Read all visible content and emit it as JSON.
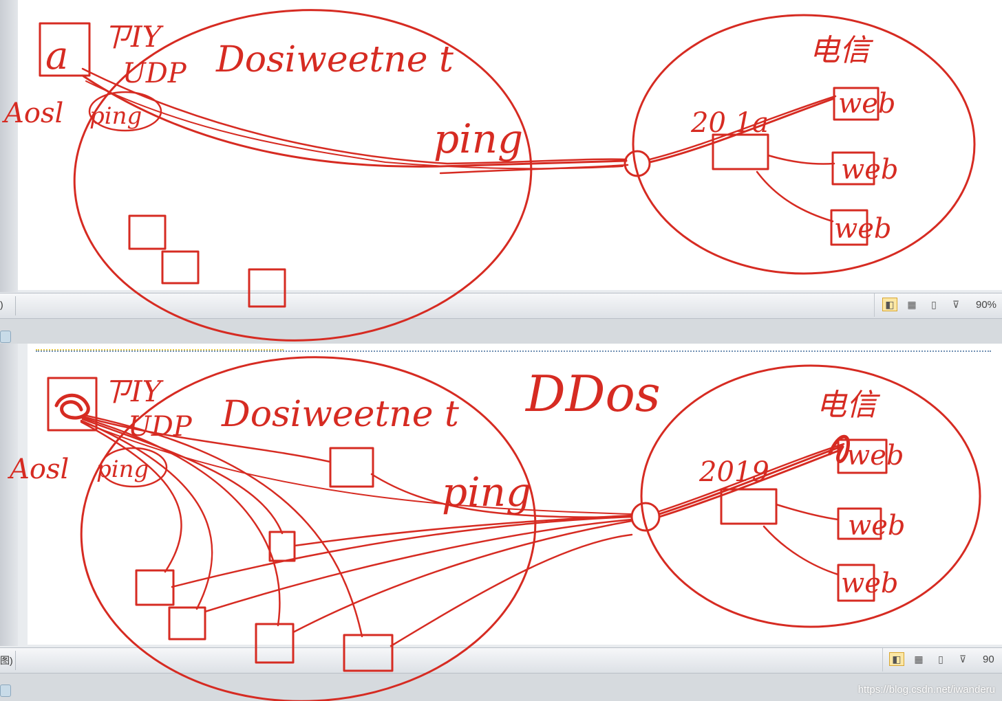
{
  "top_panel": {
    "host_label": "a",
    "label_tl": "ㄗIY",
    "protocol": "UDP",
    "isp_left": "Dosiweetne t",
    "attack_left": "Aosl",
    "attack_right": "ping",
    "command": "ping",
    "year": "20 1a",
    "isp_right": "电信",
    "servers": [
      "web",
      "web",
      "web"
    ]
  },
  "bottom_panel": {
    "title": "DDos",
    "label_tl": "ㄗIY",
    "protocol": "UDP",
    "isp_left": "Dosiweetne t",
    "attack_left": "Aosl",
    "attack_right": "ping",
    "command": "ping",
    "year": "2019",
    "isp_right": "电信",
    "servers": [
      "web",
      "web",
      "web"
    ]
  },
  "statusbar_top": {
    "left_glyph": ")",
    "zoom": "90%"
  },
  "statusbar_bottom": {
    "left_glyph": "图)",
    "zoom": "90"
  },
  "view_icons": [
    "normal-view-icon",
    "thumbnail-view-icon",
    "reading-view-icon",
    "slideshow-view-icon"
  ],
  "watermark": "https://blog.csdn.net/iwanderu",
  "colors": {
    "ink": "#d62b22",
    "canvas": "#ffffff",
    "active_view": "#fbe7a5"
  }
}
